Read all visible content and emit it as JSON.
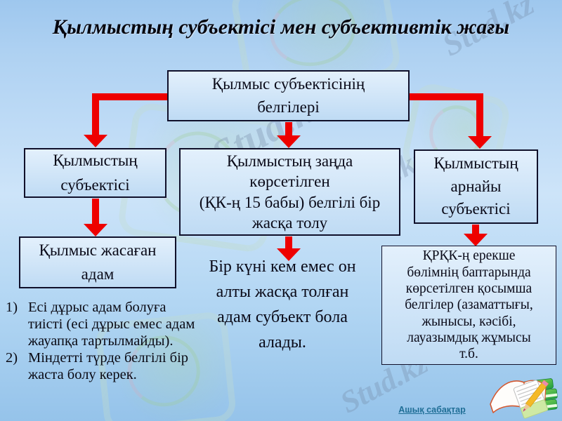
{
  "title": "Қылмыстың субъектісі мен субъективтік жағы",
  "boxes": {
    "top": {
      "text": "Қылмыс субъектісінің\nбелгілері"
    },
    "left": {
      "text": "Қылмыстың\nсубъектісі"
    },
    "middle": {
      "text": "Қылмыстың заңда\nкөрсетілген\n(ҚК-ң 15 бабы) белгілі бір\nжасқа толу"
    },
    "right": {
      "text": "Қылмыстың\nарнайы\nсубъектісі"
    },
    "lower_left": {
      "text": "Қылмыс жасаған\nадам"
    },
    "lower_right": {
      "text": "ҚРҚК-ң ерекше\nбөлімнің баптарында\nкөрсетілген қосымша\nбелгілер (азаматтығы,\nжынысы, кәсібі,\nлауазымдық жұмысы\nт.б."
    }
  },
  "middle_note": "Бір күні кем емес он\nалты жасқа толған\nадам субъект бола\nалады.",
  "list": {
    "items": [
      {
        "num": "1)",
        "text": "Есі дұрыс адам болуға тиісті (есі дұрыс емес адам жауапқа тартылмайды)."
      },
      {
        "num": "2)",
        "text": "Міндетті түрде белгілі бір жаста болу керек."
      }
    ]
  },
  "footer": {
    "link_label": "Ашық сабақтар"
  },
  "watermark": {
    "text": "Stud.kz"
  },
  "icons": {
    "footer_books": "books-icon",
    "watermark_logo": "hummingbird-logo-icon"
  },
  "colors": {
    "arrow_red": "#ee0000",
    "link_blue": "#1f6e96",
    "box_border": "#10102a",
    "background_top": "#9ec7ee",
    "background_middle": "#cde4f9",
    "background_bottom": "#95c3ea",
    "box_fill_top": "#e3f0fc",
    "box_fill_bottom": "#bfdbf4"
  }
}
